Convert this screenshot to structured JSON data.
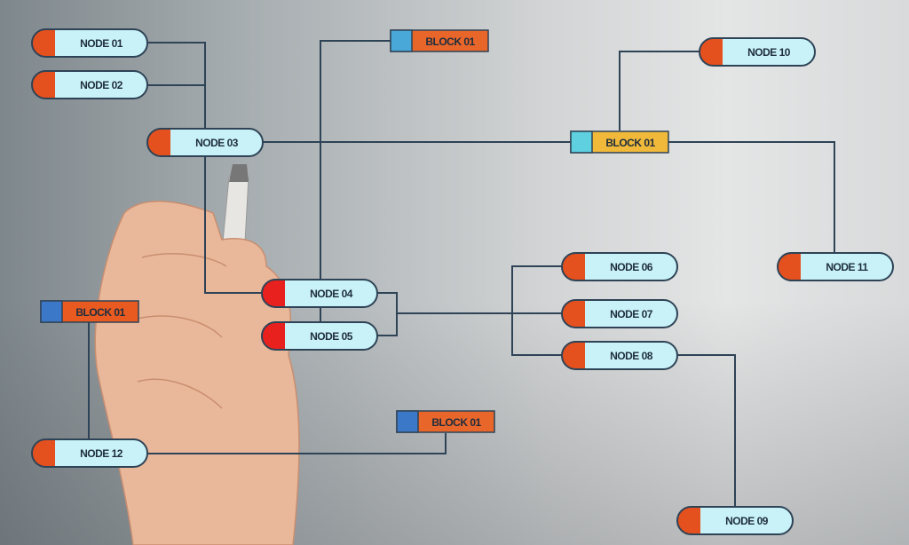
{
  "diagram": {
    "nodes": [
      {
        "id": "n01",
        "label": "NODE 01"
      },
      {
        "id": "n02",
        "label": "NODE 02"
      },
      {
        "id": "n03",
        "label": "NODE 03"
      },
      {
        "id": "n04",
        "label": "NODE 04"
      },
      {
        "id": "n05",
        "label": "NODE 05"
      },
      {
        "id": "n06",
        "label": "NODE 06"
      },
      {
        "id": "n07",
        "label": "NODE 07"
      },
      {
        "id": "n08",
        "label": "NODE 08"
      },
      {
        "id": "n09",
        "label": "NODE 09"
      },
      {
        "id": "n10",
        "label": "NODE 10"
      },
      {
        "id": "n11",
        "label": "NODE 11"
      },
      {
        "id": "n12",
        "label": "NODE 12"
      }
    ],
    "blocks": [
      {
        "id": "b_top",
        "label": "BLOCK 01",
        "color": "#e8662a",
        "accent": "#4aa8d8"
      },
      {
        "id": "b_center",
        "label": "BLOCK 01",
        "color": "#f0b93a",
        "accent": "#5fd0e0"
      },
      {
        "id": "b_left",
        "label": "BLOCK 01",
        "color": "#e85a20",
        "accent": "#3c78c8"
      },
      {
        "id": "b_bottom",
        "label": "BLOCK 01",
        "color": "#e8662a",
        "accent": "#3c78c8"
      }
    ],
    "colors": {
      "node_fill": "#c8f2f8",
      "node_cap": "#e4501e",
      "node_cap_red": "#e8201e",
      "outline": "#2e4356",
      "line": "#2e4356"
    }
  }
}
